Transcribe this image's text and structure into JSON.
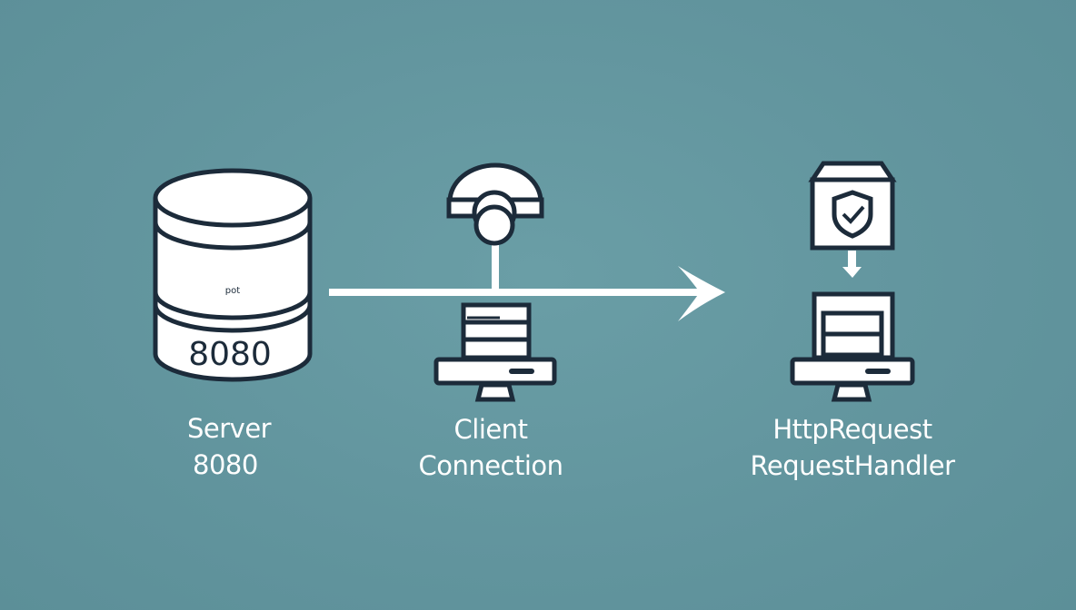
{
  "diagram": {
    "nodes": [
      {
        "id": "server",
        "icon": "database-cylinder-icon",
        "inner_text_small": "pot",
        "inner_text_large": "8080",
        "label_line1": "Server",
        "label_line2": "8080"
      },
      {
        "id": "client",
        "icon": "client-computer-with-antenna-icon",
        "label_line1": "Client",
        "label_line2": "Connection"
      },
      {
        "id": "handler",
        "icon": "computer-with-shield-box-icon",
        "label_line1": "HttpRequest",
        "label_line2": "RequestHandler"
      }
    ],
    "edges": [
      {
        "from": "server",
        "to": "handler",
        "style": "arrow"
      },
      {
        "from": "shield-box",
        "to": "handler-computer",
        "style": "down-arrow"
      }
    ],
    "colors": {
      "background": "#62959e",
      "stroke": "#1c2b3a",
      "fill": "#ffffff",
      "arrow": "#ffffff"
    }
  }
}
